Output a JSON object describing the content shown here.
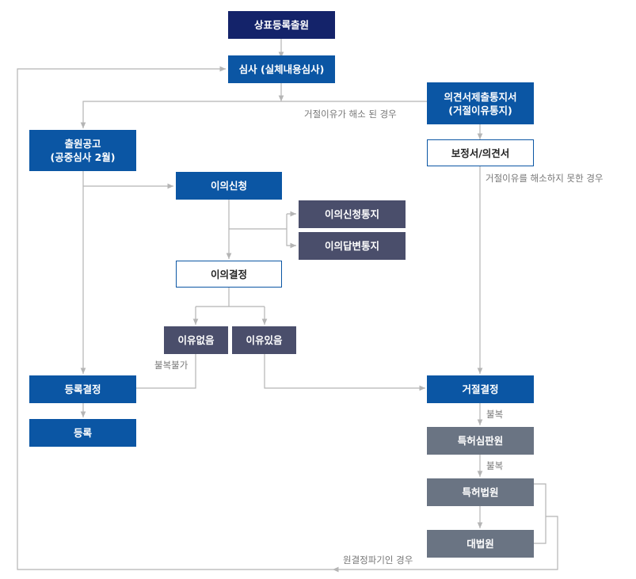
{
  "nodes": {
    "application": "상표등록출원",
    "examination": "심사 (실체내용심사)",
    "opinion_notice_l1": "의견서제출통지서",
    "opinion_notice_l2": "(거절이유통지)",
    "publication_l1": "출원공고",
    "publication_l2": "(공중심사 2월)",
    "amendment": "보정서/의견서",
    "opposition": "이의신청",
    "opposition_notice": "이의신청통지",
    "opposition_reply_notice": "이의답변통지",
    "opposition_decision": "이의결정",
    "no_grounds": "이유없음",
    "has_grounds": "이유있음",
    "registration_decision": "등록결정",
    "registration": "등록",
    "rejection_decision": "거절결정",
    "trial_board": "특허심판원",
    "patent_court": "특허법원",
    "supreme_court": "대법원"
  },
  "labels": {
    "reason_resolved": "거절이유가 해소 된 경우",
    "reason_unresolved": "거절이유를 해소하지 못한 경우",
    "no_appeal": "불복불가",
    "appeal_1": "불복",
    "appeal_2": "불복",
    "remand": "원결정파기인 경우"
  },
  "colors": {
    "navy": "#14236a",
    "blue": "#0b56a4",
    "dark_slate": "#4a4e6b",
    "slate_gray": "#6a7483",
    "connector": "#b5b5b5",
    "label": "#777777"
  }
}
